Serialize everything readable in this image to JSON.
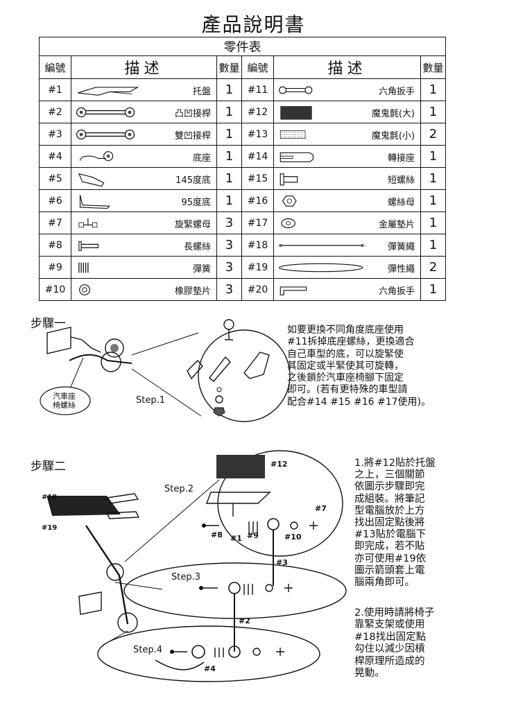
{
  "doc_title": "產品說明書",
  "table": {
    "caption": "零件表",
    "headers": {
      "number": "編號",
      "description": "描述",
      "quantity": "數量"
    },
    "left": [
      {
        "num": "#1",
        "name": "托盤",
        "qty": "1",
        "icon": "tray-icon"
      },
      {
        "num": "#2",
        "name": "凸凹接桿",
        "qty": "1",
        "icon": "convex-concave-rod-icon"
      },
      {
        "num": "#3",
        "name": "雙凹接桿",
        "qty": "1",
        "icon": "double-concave-rod-icon"
      },
      {
        "num": "#4",
        "name": "底座",
        "qty": "1",
        "icon": "base-icon"
      },
      {
        "num": "#5",
        "name": "145度底",
        "qty": "1",
        "icon": "base-145-icon"
      },
      {
        "num": "#6",
        "name": "95度底",
        "qty": "1",
        "icon": "base-95-icon"
      },
      {
        "num": "#7",
        "name": "旋緊螺母",
        "qty": "3",
        "icon": "wing-nut-icon"
      },
      {
        "num": "#8",
        "name": "長螺絲",
        "qty": "3",
        "icon": "long-screw-icon"
      },
      {
        "num": "#9",
        "name": "彈簧",
        "qty": "3",
        "icon": "spring-icon"
      },
      {
        "num": "#10",
        "name": "橡膠墊片",
        "qty": "3",
        "icon": "rubber-washer-icon"
      }
    ],
    "right": [
      {
        "num": "#11",
        "name": "六角扳手",
        "qty": "1",
        "icon": "hex-wrench-icon"
      },
      {
        "num": "#12",
        "name": "魔鬼氈(大)",
        "qty": "1",
        "icon": "velcro-large-icon"
      },
      {
        "num": "#13",
        "name": "魔鬼氈(小)",
        "qty": "2",
        "icon": "velcro-small-icon"
      },
      {
        "num": "#14",
        "name": "轉接座",
        "qty": "1",
        "icon": "adapter-icon"
      },
      {
        "num": "#15",
        "name": "短螺絲",
        "qty": "1",
        "icon": "short-screw-icon"
      },
      {
        "num": "#16",
        "name": "螺絲母",
        "qty": "1",
        "icon": "hex-nut-icon"
      },
      {
        "num": "#17",
        "name": "金屬墊片",
        "qty": "1",
        "icon": "metal-washer-icon"
      },
      {
        "num": "#18",
        "name": "彈簧繩",
        "qty": "1",
        "icon": "spring-cord-icon"
      },
      {
        "num": "#19",
        "name": "彈性繩",
        "qty": "2",
        "icon": "elastic-cord-icon"
      },
      {
        "num": "#20",
        "name": "六角扳手",
        "qty": "1",
        "icon": "allen-key-icon"
      }
    ]
  },
  "step1": {
    "heading": "步驟一",
    "callout": "汽車座\n椅螺絲",
    "label": "Step.1",
    "text": "如要更換不同角度底座使用\n#11拆掉底座螺絲，更換適合\n自己車型的底，可以旋緊使\n其固定或半緊使其可旋轉，\n之後鎖於汽車座椅腳下固定\n即可。(若有更特殊的車型請\n配合#14 #15 #16 #17使用)。"
  },
  "step2": {
    "heading": "步驟二",
    "labels": {
      "step2": "Step.2",
      "step3": "Step.3",
      "step4": "Step.4"
    },
    "parts": {
      "p12": "#12",
      "p7": "#7",
      "p8": "#8",
      "p1": "#1",
      "p9": "#9",
      "p10": "#10",
      "p3": "#3",
      "p2": "#2",
      "p4": "#4",
      "p19a": "#19",
      "p19b": "#19"
    },
    "text1": "1.將#12貼於托盤\n之上，三個關節\n依圖示步驟即完\n成組裝。將筆記\n型電腦放於上方\n找出固定點後將\n#13貼於電腦下\n即完成，若不貼\n亦可使用#19依\n圖示箭頭套上電\n腦兩角即可。",
    "text2": "2.使用時請將椅子\n靠緊支架或使用\n#18找出固定點\n勾住以減少因槓\n桿原理所造成的\n晃動。"
  }
}
